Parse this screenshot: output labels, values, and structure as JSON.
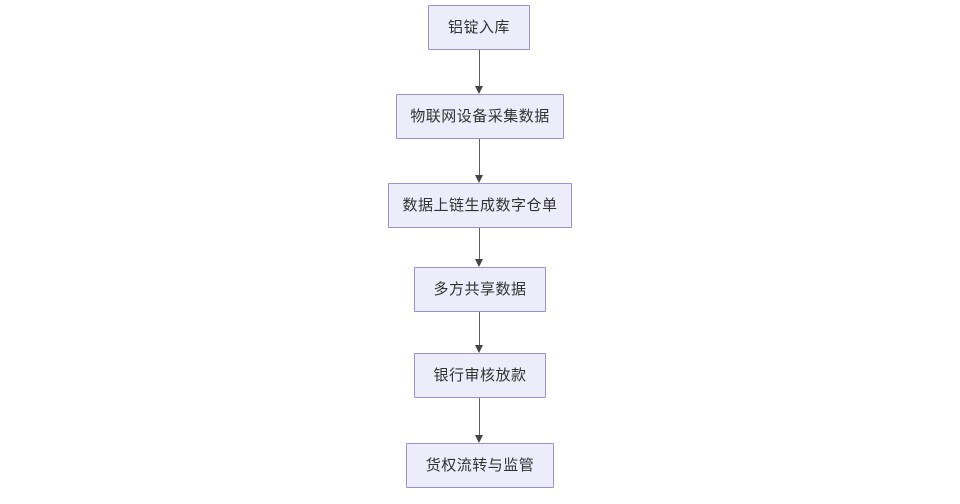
{
  "diagram": {
    "title": "",
    "type": "flowchart",
    "orientation": "top-to-bottom",
    "background_color": "#ffffff",
    "node_fill_color": "#ececfa",
    "node_border_color": "#9e8fd4",
    "node_text_color": "#333333",
    "edge_color": "#5f5f5f",
    "nodes": [
      {
        "id": "n0",
        "label": "铝锭入库"
      },
      {
        "id": "n1",
        "label": "物联网设备采集数据"
      },
      {
        "id": "n2",
        "label": "数据上链生成数字仓单"
      },
      {
        "id": "n3",
        "label": "多方共享数据"
      },
      {
        "id": "n4",
        "label": "银行审核放款"
      },
      {
        "id": "n5",
        "label": "货权流转与监管"
      }
    ],
    "edges": [
      {
        "id": "e0",
        "from": "n0",
        "to": "n1",
        "label": "",
        "arrow": "arrow-down-icon"
      },
      {
        "id": "e1",
        "from": "n1",
        "to": "n2",
        "label": "",
        "arrow": "arrow-down-icon"
      },
      {
        "id": "e2",
        "from": "n2",
        "to": "n3",
        "label": "",
        "arrow": "arrow-down-icon"
      },
      {
        "id": "e3",
        "from": "n3",
        "to": "n4",
        "label": "",
        "arrow": "arrow-down-icon"
      },
      {
        "id": "e4",
        "from": "n4",
        "to": "n5",
        "label": "",
        "arrow": "arrow-down-icon"
      }
    ]
  }
}
